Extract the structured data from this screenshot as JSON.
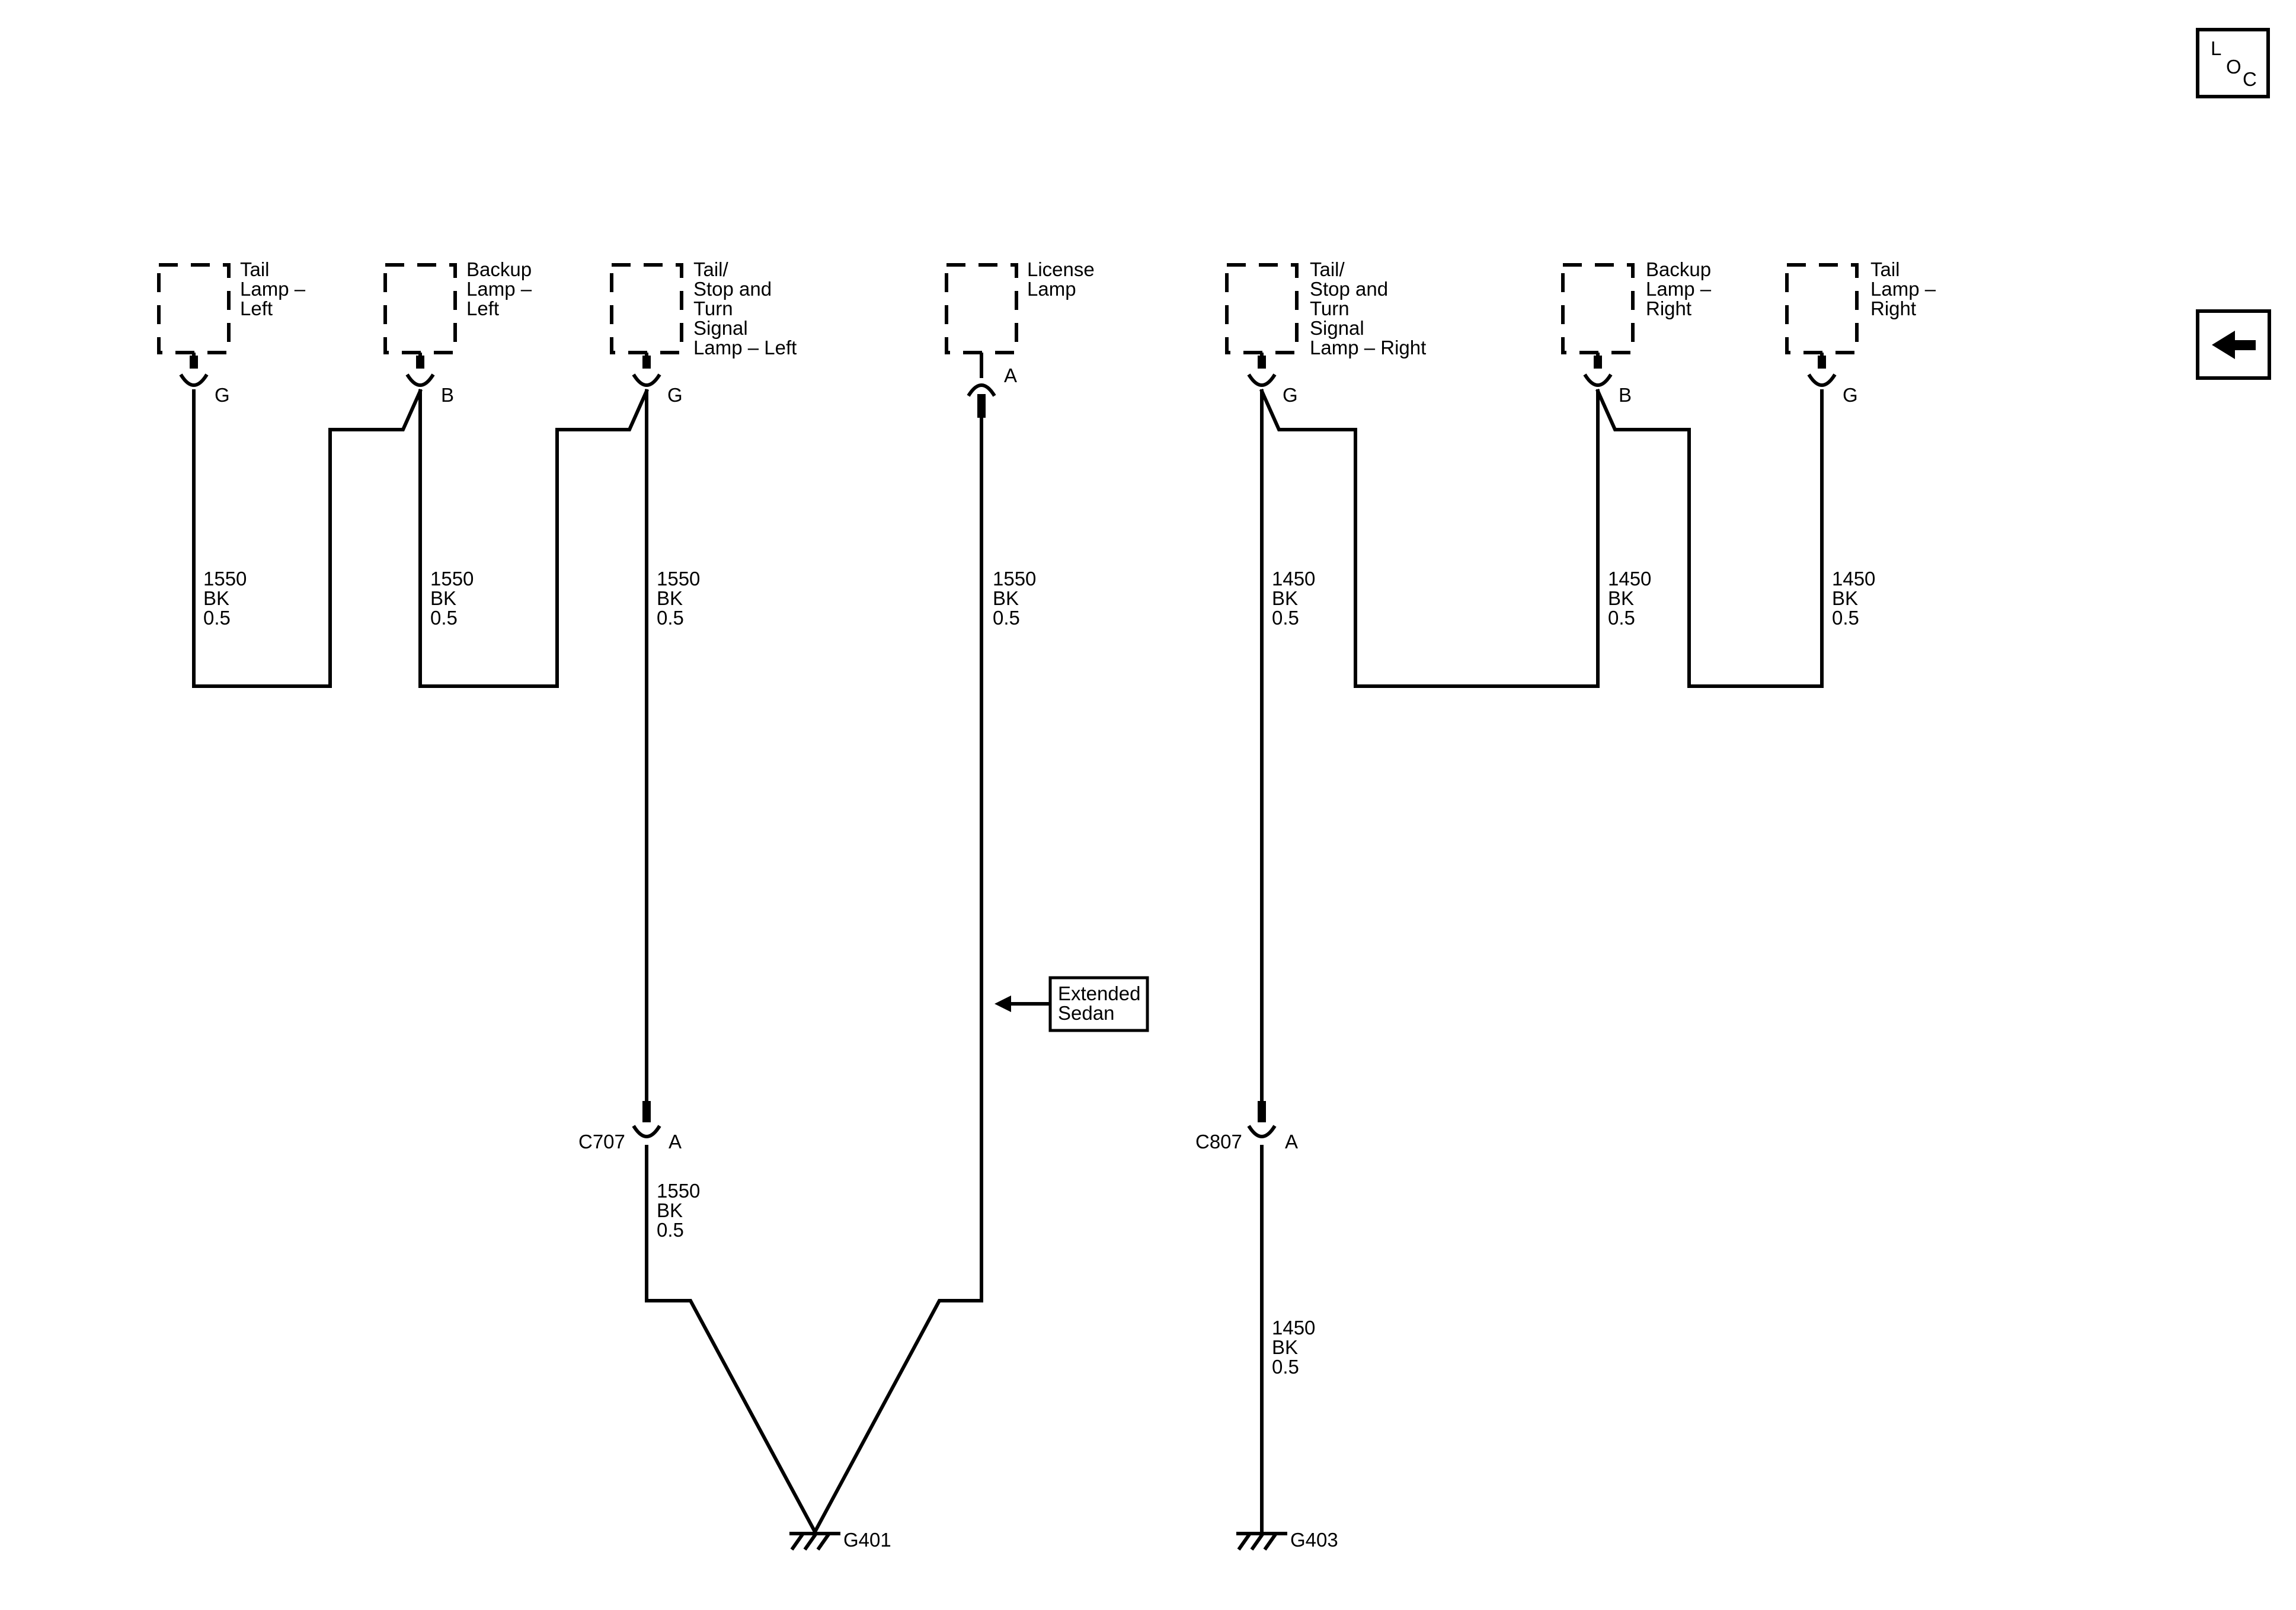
{
  "nav": {
    "loc": {
      "l": "L",
      "o": "O",
      "c": "C"
    },
    "back_icon": "arrow-left-icon"
  },
  "components": {
    "tail_lamp_left": [
      "Tail",
      "Lamp –",
      "Left"
    ],
    "backup_lamp_left": [
      "Backup",
      "Lamp –",
      "Left"
    ],
    "tsts_lamp_left": [
      "Tail/",
      "Stop and",
      "Turn",
      "Signal",
      "Lamp – Left"
    ],
    "license_lamp": [
      "License",
      "Lamp"
    ],
    "tsts_lamp_right": [
      "Tail/",
      "Stop and",
      "Turn",
      "Signal",
      "Lamp – Right"
    ],
    "backup_lamp_right": [
      "Backup",
      "Lamp –",
      "Right"
    ],
    "tail_lamp_right": [
      "Tail",
      "Lamp –",
      "Right"
    ]
  },
  "pins": {
    "tail_lamp_left": "G",
    "backup_lamp_left": "B",
    "tsts_lamp_left": "G",
    "license_lamp": "A",
    "tsts_lamp_right": "G",
    "backup_lamp_right": "B",
    "tail_lamp_right": "G"
  },
  "wires": {
    "w1": [
      "1550",
      "BK",
      "0.5"
    ],
    "w2": [
      "1550",
      "BK",
      "0.5"
    ],
    "w3": [
      "1550",
      "BK",
      "0.5"
    ],
    "w4": [
      "1550",
      "BK",
      "0.5"
    ],
    "w5": [
      "1450",
      "BK",
      "0.5"
    ],
    "w6": [
      "1450",
      "BK",
      "0.5"
    ],
    "w7": [
      "1450",
      "BK",
      "0.5"
    ],
    "w8": [
      "1550",
      "BK",
      "0.5"
    ],
    "w9": [
      "1450",
      "BK",
      "0.5"
    ]
  },
  "connectors": {
    "c707": {
      "name": "C707",
      "pin": "A"
    },
    "c807": {
      "name": "C807",
      "pin": "A"
    }
  },
  "option_note": [
    "Extended",
    "Sedan"
  ],
  "grounds": {
    "g401": "G401",
    "g403": "G403"
  }
}
